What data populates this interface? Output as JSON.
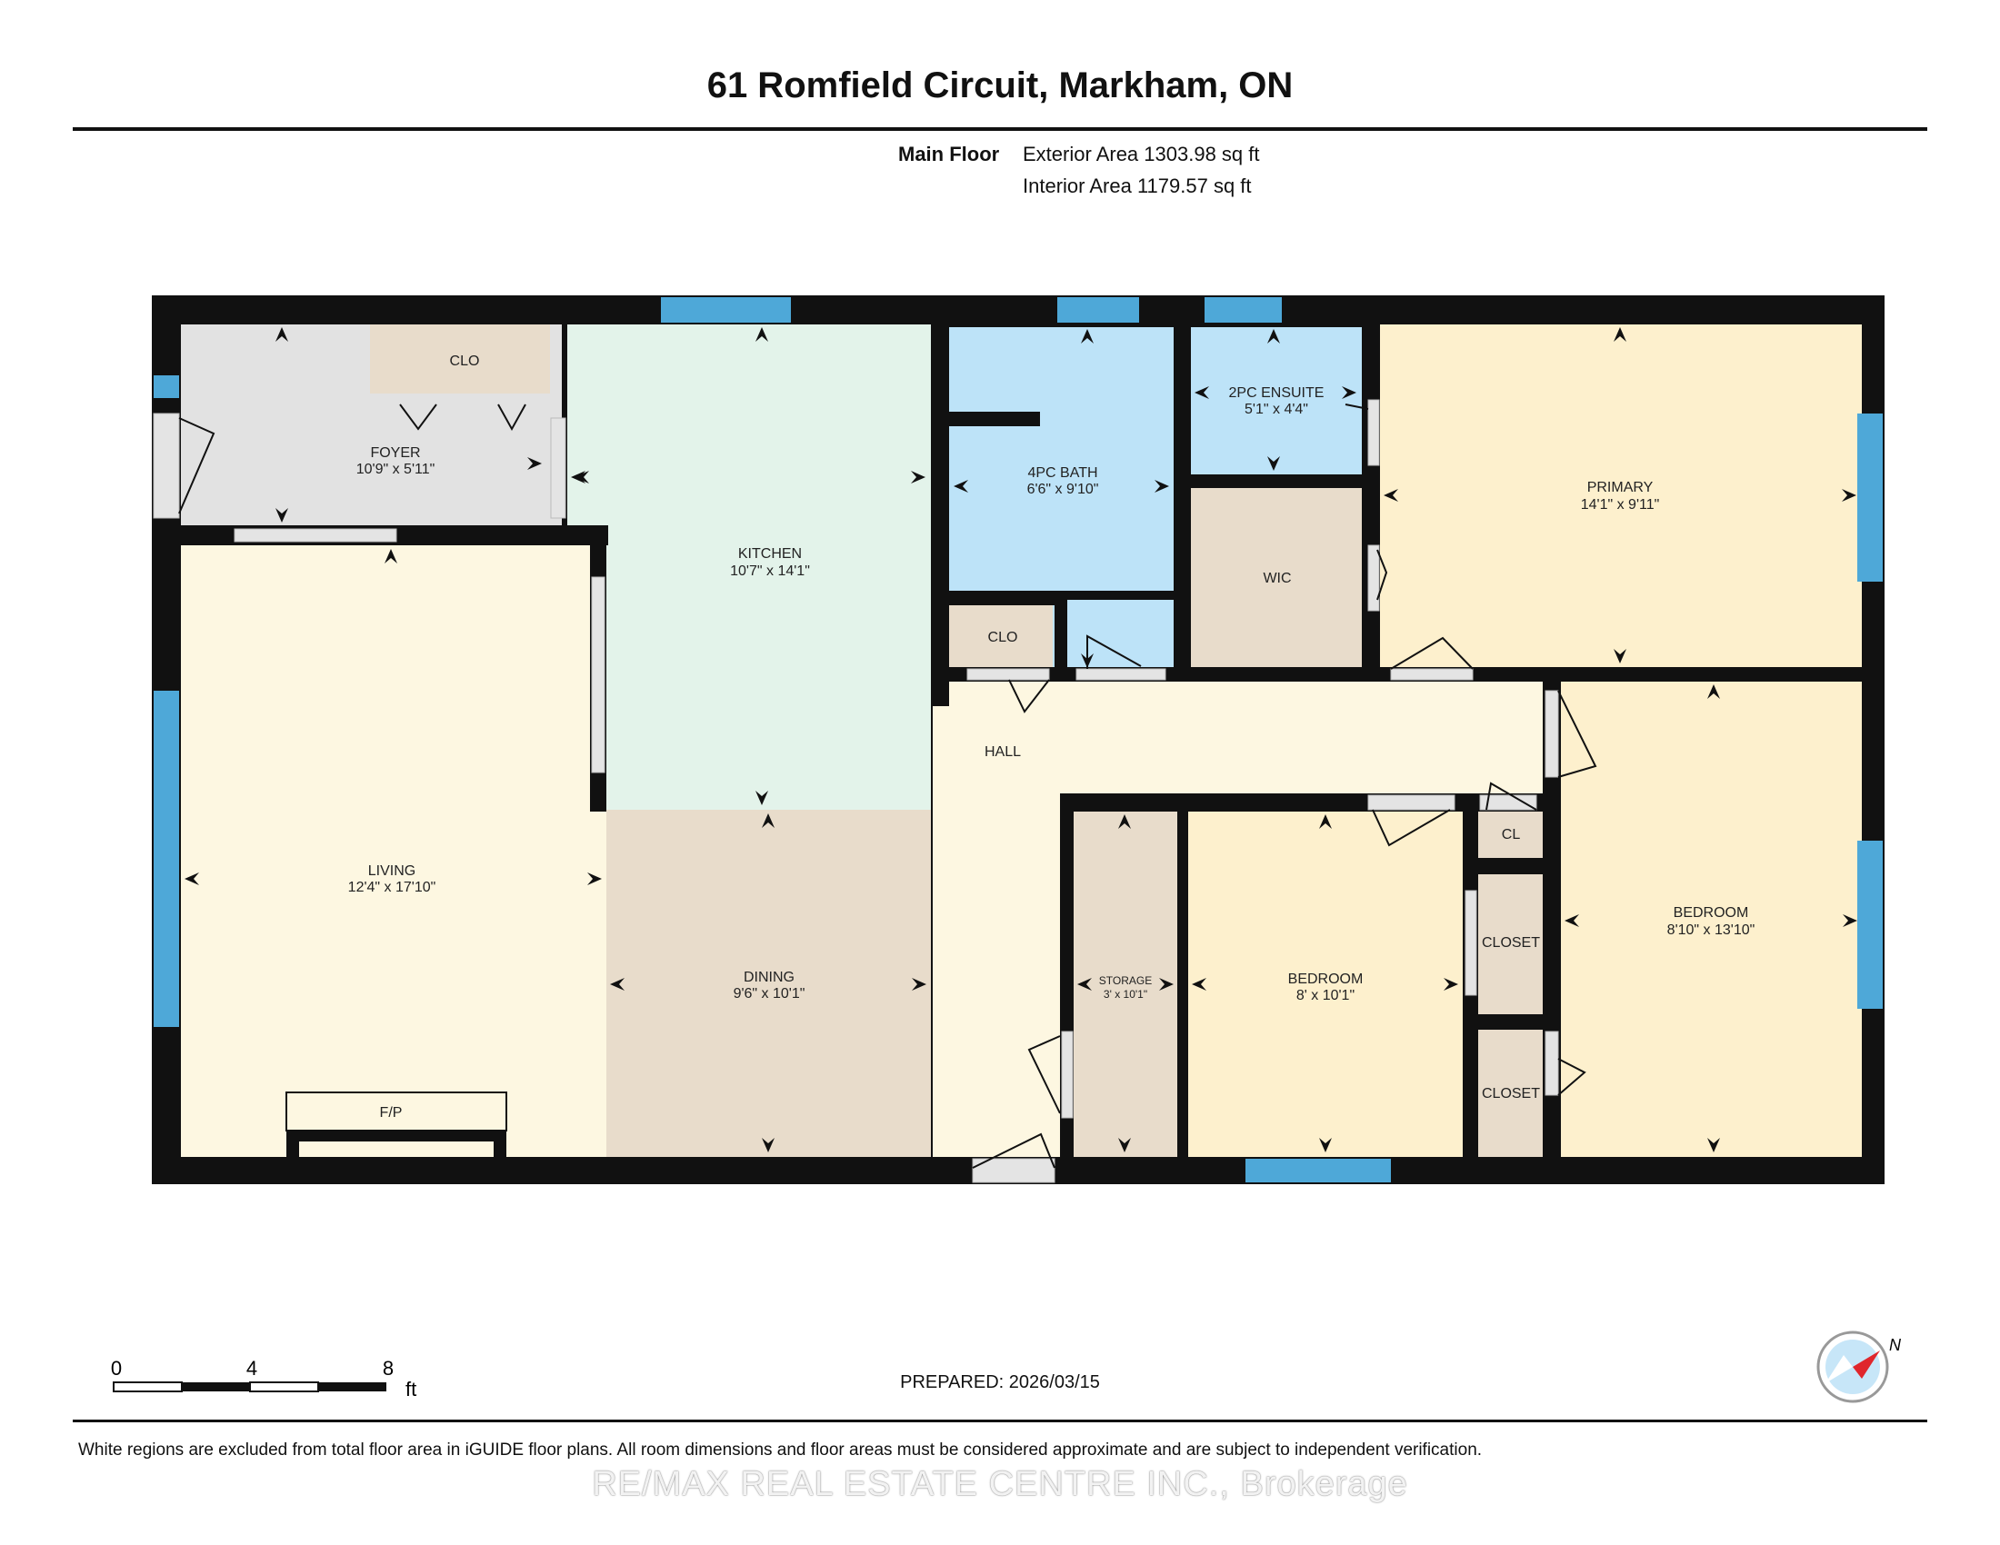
{
  "header": {
    "title": "61 Romfield Circuit, Markham, ON",
    "floor_label": "Main Floor",
    "exterior_area": "Exterior Area 1303.98 sq ft",
    "interior_area": "Interior Area 1179.57 sq ft"
  },
  "rooms": {
    "foyer": {
      "name": "FOYER",
      "dims": "10'9\" x 5'11\""
    },
    "foyer_closet": {
      "name": "CLO"
    },
    "kitchen": {
      "name": "KITCHEN",
      "dims": "10'7\" x 14'1\""
    },
    "bath": {
      "name": "4PC BATH",
      "dims": "6'6\" x 9'10\""
    },
    "bath_closet": {
      "name": "CLO"
    },
    "ensuite": {
      "name": "2PC ENSUITE",
      "dims": "5'1\" x 4'4\""
    },
    "wic": {
      "name": "WIC"
    },
    "primary": {
      "name": "PRIMARY",
      "dims": "14'1\" x 9'11\""
    },
    "hall": {
      "name": "HALL"
    },
    "living": {
      "name": "LIVING",
      "dims": "12'4\" x 17'10\""
    },
    "fireplace": {
      "name": "F/P"
    },
    "dining": {
      "name": "DINING",
      "dims": "9'6\" x 10'1\""
    },
    "storage": {
      "name": "STORAGE",
      "dims": "3' x 10'1\""
    },
    "bedroom2": {
      "name": "BEDROOM",
      "dims": "8' x 10'1\""
    },
    "cl": {
      "name": "CL"
    },
    "closet1": {
      "name": "CLOSET"
    },
    "closet2": {
      "name": "CLOSET"
    },
    "bedroom3": {
      "name": "BEDROOM",
      "dims": "8'10\" x 13'10\""
    }
  },
  "scale": {
    "ticks": [
      "0",
      "4",
      "8"
    ],
    "unit": "ft"
  },
  "prepared": "PREPARED: 2026/03/15",
  "footer_note": "White regions are excluded from total floor area in iGUIDE floor plans. All room dimensions and floor areas must be considered approximate and are subject to independent verification.",
  "watermark": "RE/MAX REAL ESTATE CENTRE INC., Brokerage",
  "compass": {
    "label": "N",
    "icon": "north-compass-icon"
  },
  "colors": {
    "wall": "#111111",
    "window": "#4ea8d8",
    "foyer": "#e2e2e2",
    "kitchen": "#e3f3ea",
    "bath": "#bde3f8",
    "closet": "#e8dccb",
    "living": "#fdf7e1",
    "dining": "#e8dccb",
    "bedroom": "#fdf0cd"
  }
}
